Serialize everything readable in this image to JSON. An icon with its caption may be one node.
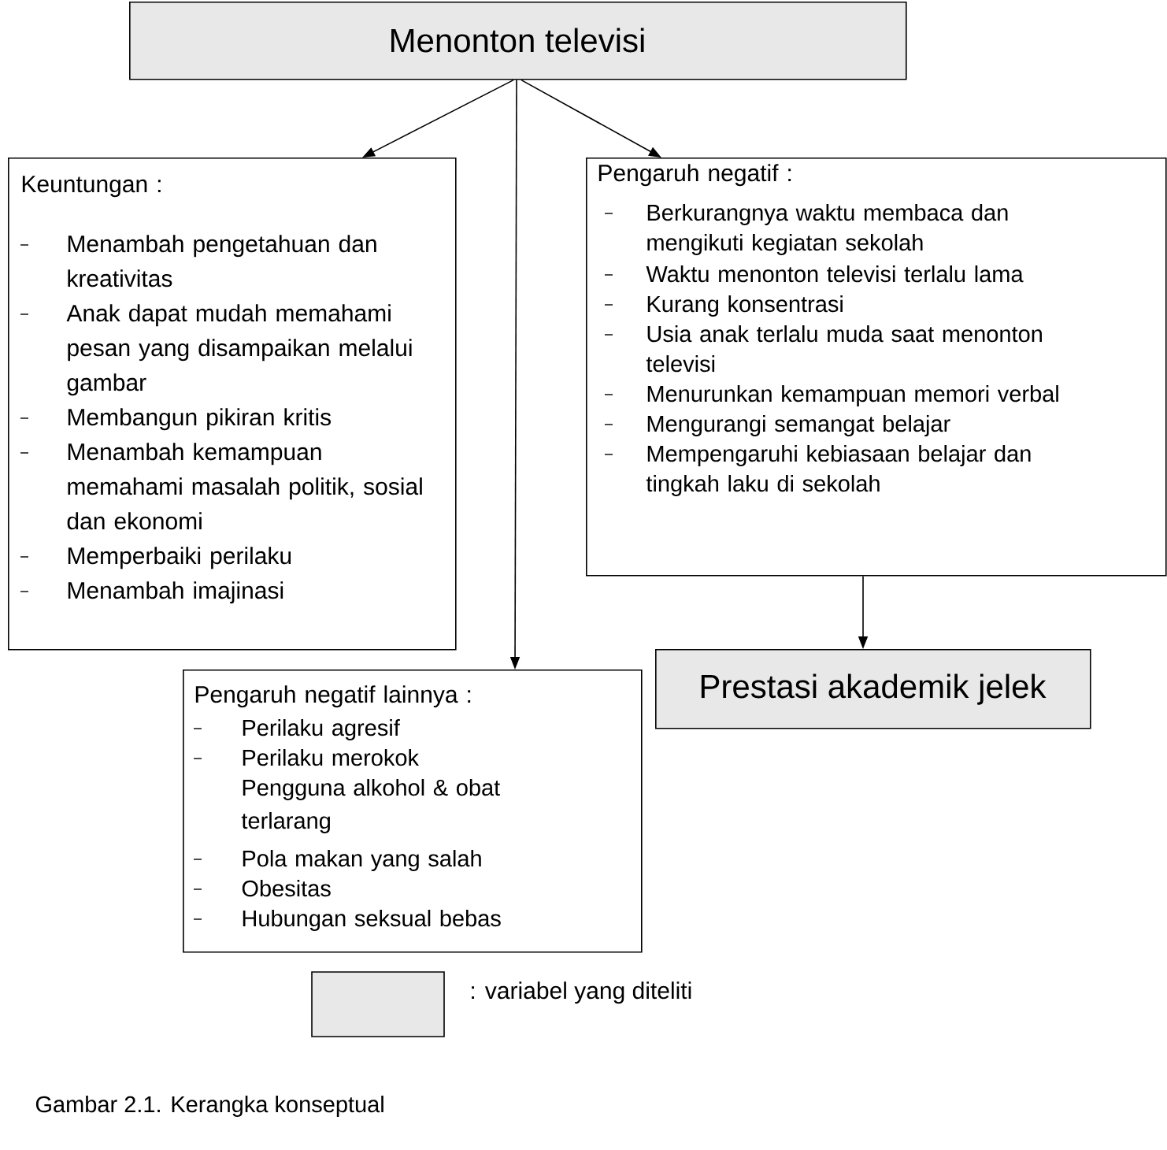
{
  "diagram": {
    "caption": "Gambar 2.1. Kerangka konseptual",
    "nodes": [
      {
        "text": [
          "Menonton televisi"
        ]
      },
      {
        "text": [
          "Keuntungan :",
          "Menambah pengetahuan dan kreativitas",
          "Anak dapat mudah memahami pesan yang disampaikan melalui gambar",
          "Membangun pikiran kritis",
          "Menambah kemampuan memahami masalah politik, sosial dan ekonomi",
          "Memperbaiki perilaku",
          "Menambah imajinasi"
        ]
      },
      {
        "text": [
          "Pengaruh negatif :",
          "Berkurangnya waktu membaca dan mengikuti kegiatan sekolah",
          "Waktu menonton televisi terlalu lama",
          "Kurang konsentrasi",
          "Usia anak terlalu muda saat menonton televisi",
          "Menurunkan kemampuan memori verbal",
          "Mengurangi semangat belajar",
          "Mempengaruhi kebiasaan belajar dan tingkah laku di sekolah"
        ]
      },
      {
        "text": [
          "Prestasi akademik jelek"
        ]
      },
      {
        "text": [
          "Pengaruh negatif lainnya :",
          "Perilaku agresif",
          "Perilaku merokok",
          "Pengguna alkohol & obat terlarang",
          "Pola makan yang salah",
          "Obesitas",
          "Hubungan seksual bebas"
        ]
      }
    ],
    "edges": [
      {
        "from": 0,
        "to": 1,
        "arrow": "to"
      },
      {
        "from": 0,
        "to": 4,
        "arrow": "to"
      },
      {
        "from": 0,
        "to": 2,
        "arrow": "to"
      },
      {
        "from": 2,
        "to": 3,
        "arrow": "to"
      }
    ],
    "legend": [
      {
        "text": ": variabel yang diteliti"
      }
    ]
  }
}
